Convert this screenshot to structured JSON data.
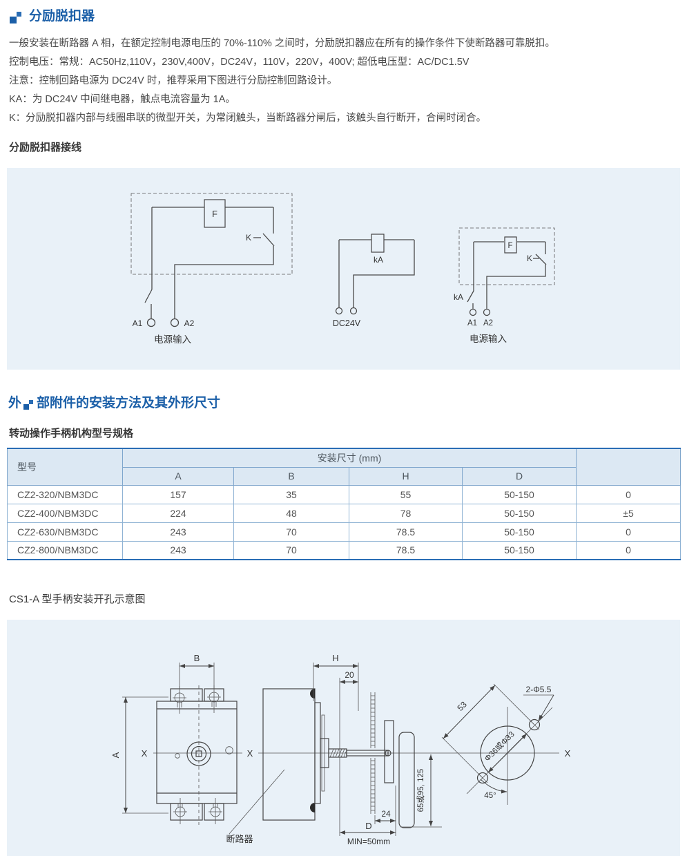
{
  "colors": {
    "accent": "#1b5fa8",
    "panel_bg": "#e9f1f8",
    "table_header_bg": "#dce8f3",
    "table_border": "#2a6db5"
  },
  "section1": {
    "title": "分励脱扣器",
    "lines": [
      "一般安装在断路器 A 相，在额定控制电源电压的 70%-110% 之间时，分励脱扣器应在所有的操作条件下使断路器可靠脱扣。",
      "控制电压：常规：AC50Hz,110V，230V,400V，DC24V，110V，220V，400V; 超低电压型：AC/DC1.5V",
      "注意：控制回路电源为 DC24V 时，推荐采用下图进行分励控制回路设计。",
      "KA：为 DC24V 中间继电器，触点电流容量为 1A。",
      "K：分励脱扣器内部与线圈串联的微型开关，为常闭触头，当断路器分闸后，该触头自行断开，合闸时闭合。"
    ]
  },
  "wiring": {
    "heading": "分励脱扣器接线",
    "diagram1": {
      "coil": "F",
      "switch": "K",
      "t1": "A1",
      "t2": "A2",
      "caption": "电源输入"
    },
    "diagram2": {
      "relay": "kA",
      "caption": "DC24V"
    },
    "diagram3": {
      "coil": "F",
      "switch": "K",
      "relay": "kA",
      "t1": "A1",
      "t2": "A2",
      "caption": "电源输入"
    }
  },
  "section2": {
    "title_prefix": "外",
    "title_suffix": "部附件的安装方法及其外形尺寸"
  },
  "spec_table": {
    "heading": "转动操作手柄机构型号规格",
    "model_header": "型号",
    "group_header": "安装尺寸 (mm)",
    "columns": [
      "A",
      "B",
      "H",
      "D"
    ],
    "rows": [
      {
        "model": "CZ2-320/NBM3DC",
        "A": "157",
        "B": "35",
        "H": "55",
        "D": "50-150",
        "tol": "0"
      },
      {
        "model": "CZ2-400/NBM3DC",
        "A": "224",
        "B": "48",
        "H": "78",
        "D": "50-150",
        "tol": "±5"
      },
      {
        "model": "CZ2-630/NBM3DC",
        "A": "243",
        "B": "70",
        "H": "78.5",
        "D": "50-150",
        "tol": "0"
      },
      {
        "model": "CZ2-800/NBM3DC",
        "A": "243",
        "B": "70",
        "H": "78.5",
        "D": "50-150",
        "tol": "0"
      }
    ]
  },
  "cs1": {
    "heading": "CS1-A 型手柄安装开孔示意图",
    "front": {
      "dimB": "B",
      "dimA": "A",
      "axisL": "X",
      "axisR": "X"
    },
    "side": {
      "dimH": "H",
      "dim20": "20",
      "dim24": "24",
      "dimD": "D",
      "min": "MIN=50mm",
      "vdim": "65或95, 125",
      "breaker": "断路器"
    },
    "drill": {
      "holes": "2-Φ5.5",
      "dist": "53",
      "dia": "Φ36或Φ33",
      "angle": "45°",
      "axis": "X"
    }
  }
}
